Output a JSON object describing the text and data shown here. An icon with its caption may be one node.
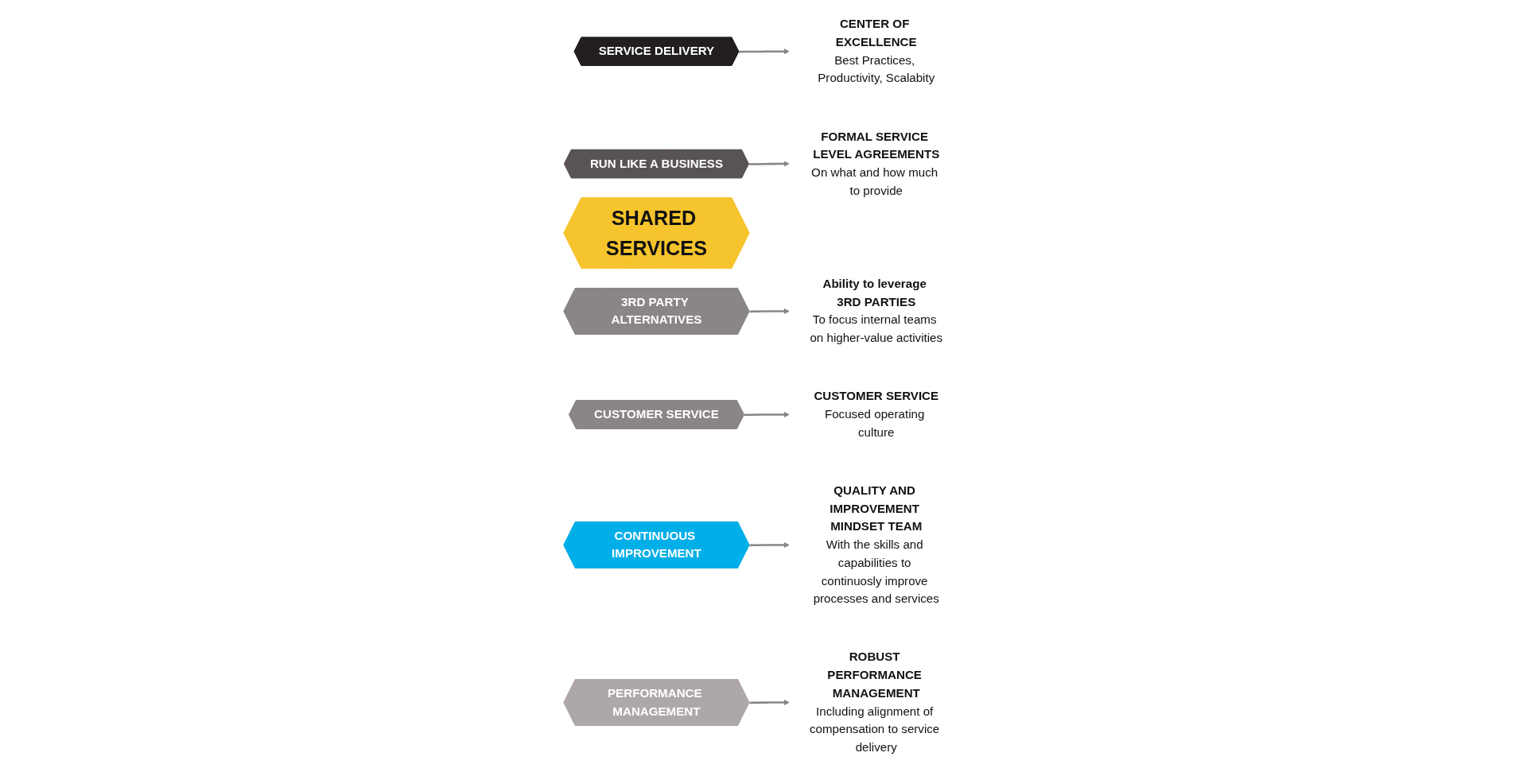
{
  "diagram": {
    "nodes": [
      {
        "text": [
          "SERVICE DELIVERY"
        ]
      },
      {
        "text": [
          "CENTER OF EXCELLENCE",
          "Best Practices, Productivity, Scalabity"
        ]
      },
      {
        "text": [
          "FORMAL SERVICE LEVEL AGREEMENTS",
          "On what and how much to provide"
        ]
      },
      {
        "text": [
          "RUN LIKE A BUSINESS"
        ]
      },
      {
        "text": [
          "SHARED SERVICES"
        ]
      },
      {
        "text": [
          "3RD PARTY ALTERNATIVES"
        ]
      },
      {
        "text": [
          "Ability to leverage 3RD PARTIES",
          "To focus internal teams on higher-value activities"
        ]
      },
      {
        "text": [
          "CUSTOMER SERVICE",
          "Focused operating culture"
        ]
      },
      {
        "text": [
          "CUSTOMER SERVICE"
        ]
      },
      {
        "text": [
          "QUALITY AND IMPROVEMENT MINDSET TEAM",
          "With the skills and capabilities to continuosly improve processes and services"
        ]
      },
      {
        "text": [
          "CONTINUOUS IMPROVEMENT"
        ]
      },
      {
        "text": [
          "PERFORMANCE MANAGEMENT"
        ]
      },
      {
        "text": [
          "ROBUST PERFORMANCE MANAGEMENT",
          "Including alignment of compensation to service delivery"
        ]
      }
    ],
    "edges": [
      {
        "from": 0,
        "to": 1,
        "arrow": "to"
      },
      {
        "from": 3,
        "to": 2,
        "arrow": "to"
      },
      {
        "from": 5,
        "to": 6,
        "arrow": "to"
      },
      {
        "from": 8,
        "to": 7,
        "arrow": "to"
      },
      {
        "from": 10,
        "to": 9,
        "arrow": "to"
      },
      {
        "from": 11,
        "to": 12,
        "arrow": "to"
      }
    ]
  }
}
